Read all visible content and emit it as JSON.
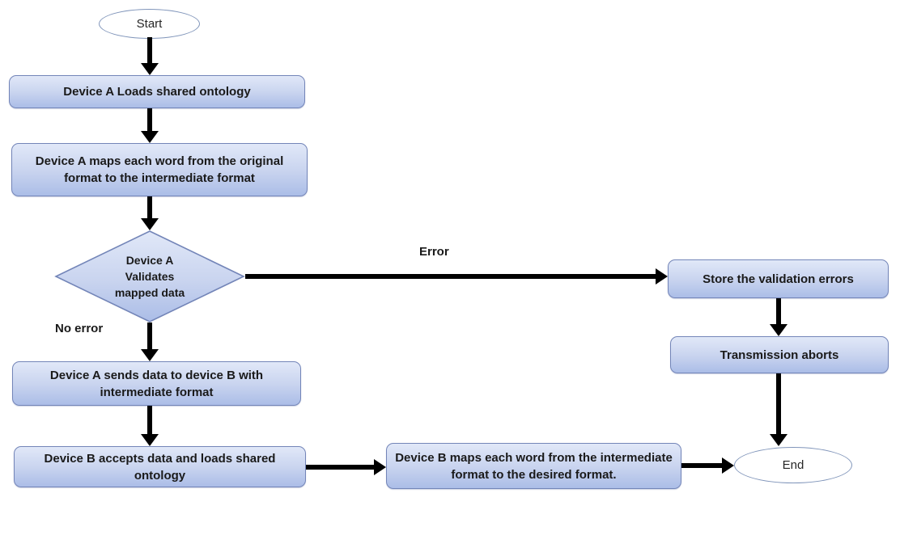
{
  "diagram": {
    "type": "flowchart",
    "description": "Ontology-based data translation flow between Device A and Device B"
  },
  "colors": {
    "canvas_bg": "#ffffff",
    "node_fill_top": "#e1e8f8",
    "node_fill_mid": "#c9d4ef",
    "node_fill_bottom": "#abbde7",
    "node_border": "#7385b8",
    "terminator_fill": "#ffffff",
    "terminator_border": "#8095ba",
    "arrow_color": "#000000",
    "text_color": "#1a1a1a"
  },
  "nodes": {
    "start": {
      "type": "terminator",
      "label": "Start"
    },
    "load_ontology": {
      "type": "process",
      "label": "Device A Loads shared ontology"
    },
    "map_original": {
      "type": "process",
      "label": "Device A maps each word from the original format to the intermediate format"
    },
    "validate": {
      "type": "decision",
      "label": "Device A Validates mapped data"
    },
    "store_errors": {
      "type": "process",
      "label": "Store the validation errors"
    },
    "transmission_aborts": {
      "type": "process",
      "label": "Transmission aborts"
    },
    "send_data": {
      "type": "process",
      "label": "Device A sends data to device B with intermediate format"
    },
    "accept_data": {
      "type": "process",
      "label": "Device B accepts data and loads shared ontology"
    },
    "map_intermediate": {
      "type": "process",
      "label": "Device B maps each word from the intermediate format to the desired format."
    },
    "end": {
      "type": "terminator",
      "label": "End"
    }
  },
  "edges": [
    {
      "from": "start",
      "to": "load_ontology",
      "label": ""
    },
    {
      "from": "load_ontology",
      "to": "map_original",
      "label": ""
    },
    {
      "from": "map_original",
      "to": "validate",
      "label": ""
    },
    {
      "from": "validate",
      "to": "store_errors",
      "label": "Error"
    },
    {
      "from": "validate",
      "to": "send_data",
      "label": "No error"
    },
    {
      "from": "send_data",
      "to": "accept_data",
      "label": ""
    },
    {
      "from": "accept_data",
      "to": "map_intermediate",
      "label": ""
    },
    {
      "from": "map_intermediate",
      "to": "end",
      "label": ""
    },
    {
      "from": "store_errors",
      "to": "transmission_aborts",
      "label": ""
    },
    {
      "from": "transmission_aborts",
      "to": "end",
      "label": ""
    }
  ]
}
